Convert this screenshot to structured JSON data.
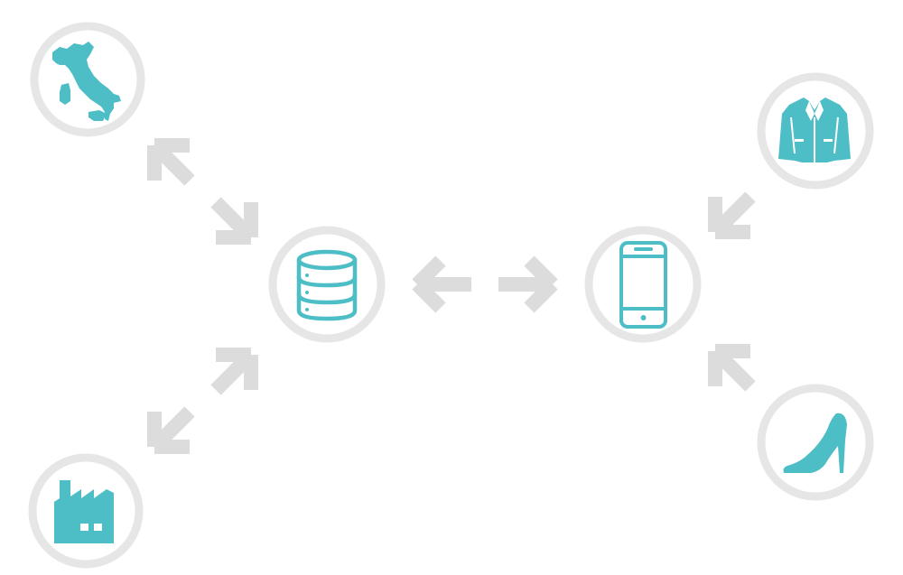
{
  "colors": {
    "ring": "#e6e6e6",
    "arrow": "#dcdcdc",
    "icon": "#4dbdc6",
    "background": "#ffffff"
  },
  "nodes": [
    {
      "id": "italy",
      "icon": "italy-map-icon"
    },
    {
      "id": "factory",
      "icon": "factory-icon"
    },
    {
      "id": "database",
      "icon": "database-icon"
    },
    {
      "id": "smartphone",
      "icon": "smartphone-icon"
    },
    {
      "id": "jacket",
      "icon": "jacket-icon"
    },
    {
      "id": "shoe",
      "icon": "high-heel-shoe-icon"
    }
  ],
  "connections": [
    {
      "from": "italy",
      "to": "database",
      "direction": "bidirectional"
    },
    {
      "from": "factory",
      "to": "database",
      "direction": "bidirectional"
    },
    {
      "from": "database",
      "to": "smartphone",
      "direction": "bidirectional"
    },
    {
      "from": "jacket",
      "to": "smartphone",
      "direction": "one-way"
    },
    {
      "from": "shoe",
      "to": "smartphone",
      "direction": "one-way"
    }
  ]
}
